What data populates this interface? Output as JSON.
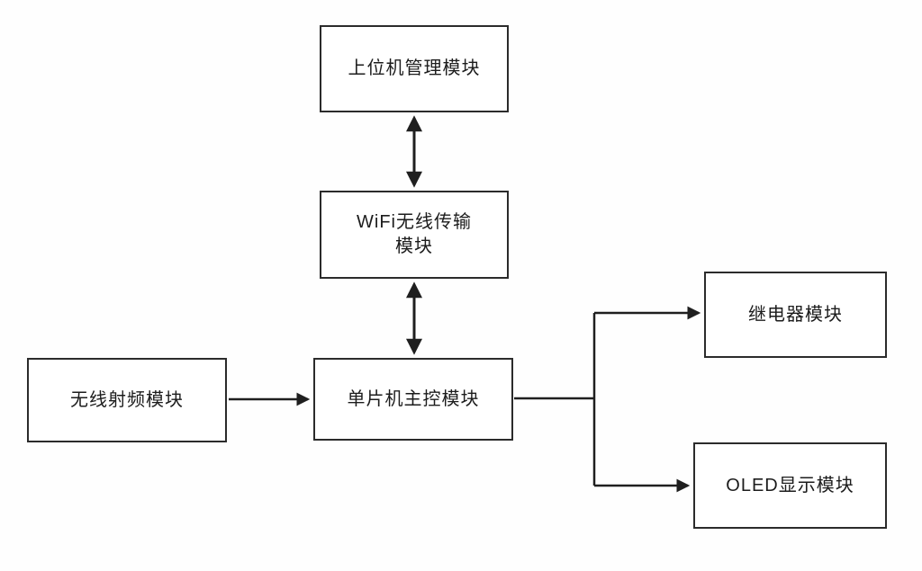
{
  "diagram": {
    "nodes": {
      "host": {
        "label": "上位机管理模块"
      },
      "wifi": {
        "label": "WiFi无线传输\n模块"
      },
      "mcu": {
        "label": "单片机主控模块"
      },
      "rf": {
        "label": "无线射频模块"
      },
      "relay": {
        "label": "继电器模块"
      },
      "oled": {
        "label": "OLED显示模块"
      }
    },
    "edges": [
      {
        "from": "host",
        "to": "wifi",
        "type": "bidirectional"
      },
      {
        "from": "wifi",
        "to": "mcu",
        "type": "bidirectional"
      },
      {
        "from": "rf",
        "to": "mcu",
        "type": "arrow"
      },
      {
        "from": "mcu",
        "to": "relay",
        "type": "arrow"
      },
      {
        "from": "mcu",
        "to": "oled",
        "type": "arrow"
      }
    ],
    "colors": {
      "border": "#2b2b2b",
      "line": "#1f1f1f",
      "text": "#1c1c1c",
      "background": "#ffffff"
    }
  }
}
